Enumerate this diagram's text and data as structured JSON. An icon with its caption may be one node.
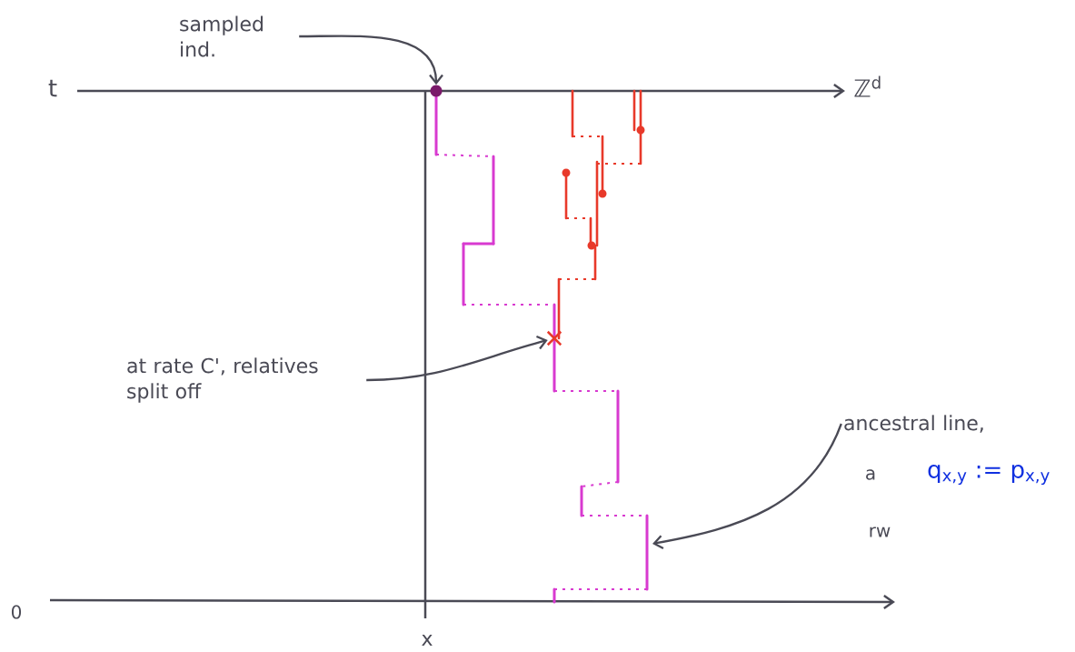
{
  "diagram": {
    "nodes": [
      {
        "text": [
          "sampled ind."
        ]
      },
      {
        "text": [],
        "shape": "circle"
      },
      {
        "text": [
          "at rate C', relatives split off"
        ]
      },
      {
        "text": [],
        "shape": "cross"
      },
      {
        "text": [
          "ancestral line,"
        ]
      }
    ],
    "edges": [
      {
        "from": 0,
        "to": 1,
        "arrow": "to"
      },
      {
        "from": 2,
        "to": 3,
        "arrow": "to"
      },
      {
        "from": 4,
        "to": null,
        "arrow": "to"
      }
    ],
    "labels": [
      "t",
      "ℤ$^{d}$",
      "0",
      "x",
      "a",
      "q$_{x,y}$ := p$_{x,y}$",
      "rw"
    ]
  }
}
